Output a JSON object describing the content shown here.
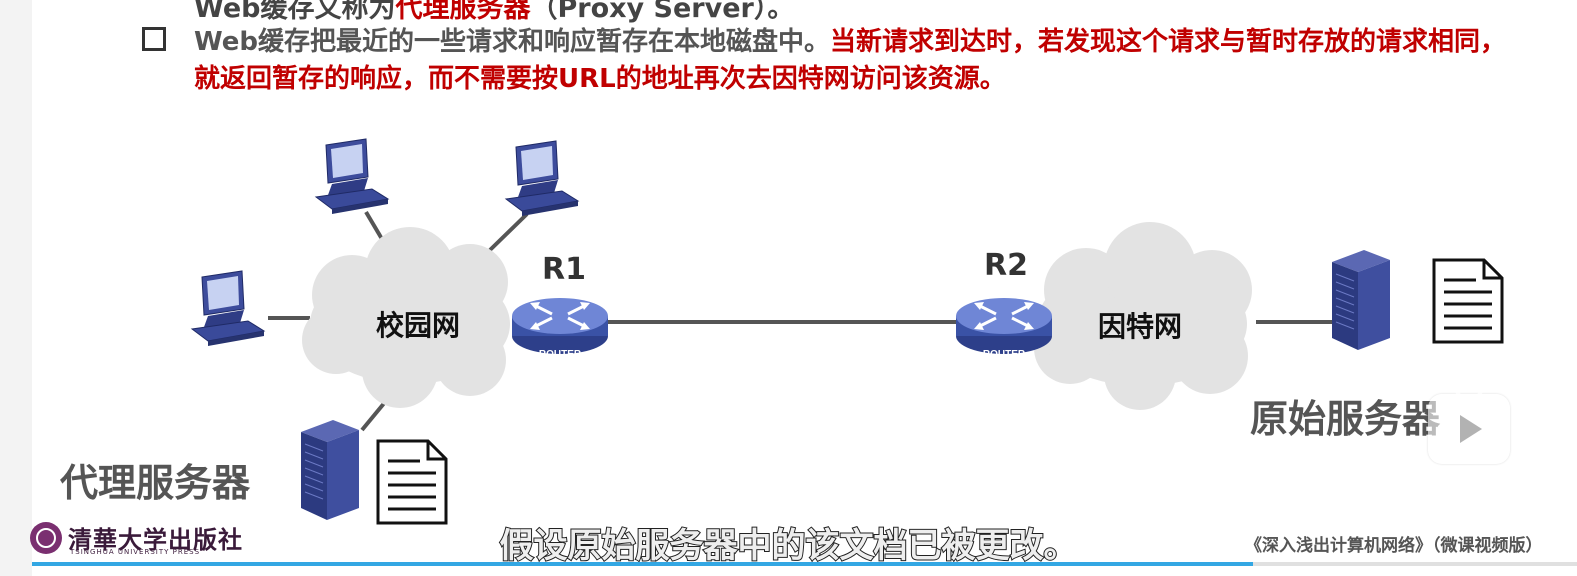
{
  "slide": {
    "top_line_prefix": "Web缓存又称为",
    "top_line_highlight": "代理服务器",
    "top_line_suffix": "（Proxy Server）。",
    "bullet_normal": "Web缓存把最近的一些请求和响应暂存在本地磁盘中。",
    "bullet_highlight": "当新请求到达时，若发现这个请求与暂时存放的请求相同，就返回暂存的响应，而不需要按URL的地址再次去因特网访问该资源。"
  },
  "diagram": {
    "campus_cloud_label": "校园网",
    "internet_cloud_label": "因特网",
    "router1_name": "R1",
    "router2_name": "R2",
    "router_caption": "ROUTER",
    "proxy_server_label": "代理服务器",
    "origin_server_label": "原始服务器"
  },
  "footer": {
    "publisher": "清華大学出版社",
    "publisher_en": "TSINGHUA UNIVERSITY PRESS",
    "subtitle": "假设原始服务器中的该文档已被更改。",
    "book_title": "《深入浅出计算机网络》（微课视频版）"
  },
  "player": {
    "progress_fraction": 0.79
  },
  "colors": {
    "highlight": "#c00000",
    "computer": "#3a4a9a",
    "progress": "#33a7e3"
  }
}
